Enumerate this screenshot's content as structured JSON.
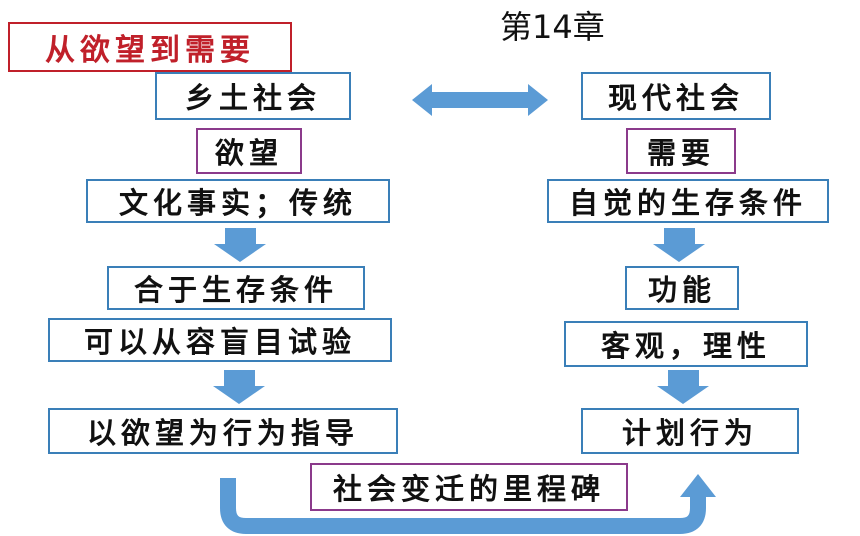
{
  "title": "第14章",
  "topic": "从欲望到需要",
  "left": {
    "header": "乡土社会",
    "key": "欲望",
    "b1": "文化事实；传统",
    "b2": "合于生存条件",
    "b3": "可以从容盲目试验",
    "b4": "以欲望为行为指导"
  },
  "right": {
    "header": "现代社会",
    "key": "需要",
    "b1": "自觉的生存条件",
    "b2": "功能",
    "b3": "客观，理性",
    "b4": "计划行为"
  },
  "bottom": "社会变迁的里程碑",
  "colors": {
    "arrow": "#5b9bd5",
    "box_border": "#3a7fb8",
    "key_border": "#8b3a8b",
    "topic": "#c0202a"
  }
}
